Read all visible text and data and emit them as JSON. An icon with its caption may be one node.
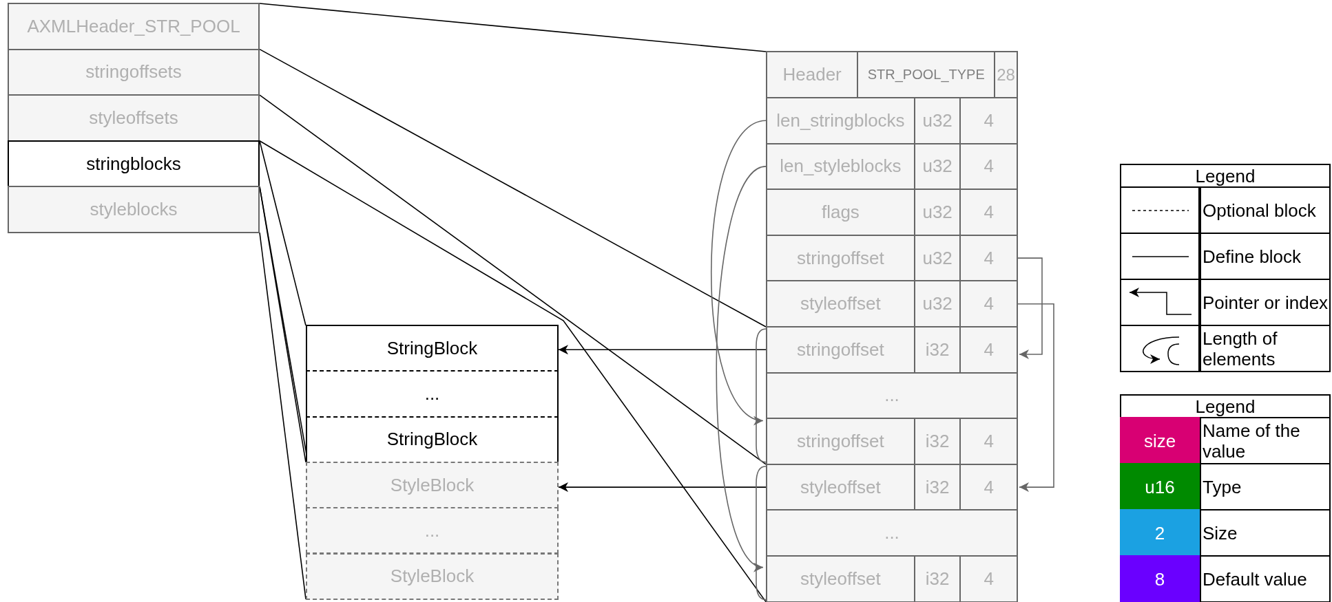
{
  "diagram": {
    "nodes": [
      {
        "text": [
          "AXMLHeader_STR_POOL"
        ]
      },
      {
        "text": [
          "stringoffsets"
        ]
      },
      {
        "text": [
          "styleoffsets"
        ]
      },
      {
        "text": [
          "stringblocks"
        ]
      },
      {
        "text": [
          "styleblocks"
        ]
      },
      {
        "text": [
          "StringBlock"
        ]
      },
      {
        "text": [
          "..."
        ]
      },
      {
        "text": [
          "StringBlock"
        ]
      },
      {
        "text": [
          "StyleBlock"
        ]
      },
      {
        "text": [
          "..."
        ]
      },
      {
        "text": [
          "StyleBlock"
        ]
      },
      {
        "text": [
          "Header",
          "STR_POOL_TYPE",
          "28"
        ]
      },
      {
        "text": [
          "len_stringblocks",
          "u32",
          "4"
        ]
      },
      {
        "text": [
          "len_styleblocks",
          "u32",
          "4"
        ]
      },
      {
        "text": [
          "flags",
          "u32",
          "4"
        ]
      },
      {
        "text": [
          "stringoffset",
          "u32",
          "4"
        ]
      },
      {
        "text": [
          "styleoffset",
          "u32",
          "4"
        ]
      },
      {
        "text": [
          "stringoffset",
          "i32",
          "4"
        ]
      },
      {
        "text": [
          "..."
        ]
      },
      {
        "text": [
          "stringoffset",
          "i32",
          "4"
        ]
      },
      {
        "text": [
          "styleoffset",
          "i32",
          "4"
        ]
      },
      {
        "text": [
          "..."
        ]
      },
      {
        "text": [
          "styleoffset",
          "i32",
          "4"
        ]
      }
    ],
    "edges": [
      {
        "from": 0,
        "to": 11,
        "arrow": "none"
      },
      {
        "from": 1,
        "to": 17,
        "arrow": "none"
      },
      {
        "from": 1,
        "to": 19,
        "arrow": "none"
      },
      {
        "from": 2,
        "to": 22,
        "arrow": "none"
      },
      {
        "from": 3,
        "to": 5,
        "arrow": "none"
      },
      {
        "from": 3,
        "to": 7,
        "arrow": "none"
      },
      {
        "from": 4,
        "to": 8,
        "arrow": "none"
      },
      {
        "from": 4,
        "to": 10,
        "arrow": "none"
      },
      {
        "from": 17,
        "to": 5,
        "arrow": "to"
      },
      {
        "from": 20,
        "to": 8,
        "arrow": "to"
      },
      {
        "from": 15,
        "to": 17,
        "arrow": "to",
        "color": "#666666"
      },
      {
        "from": 16,
        "to": 20,
        "arrow": "to",
        "color": "#666666"
      },
      {
        "from": 12,
        "to": 19,
        "arrow": "to",
        "color": "#666666"
      },
      {
        "from": 13,
        "to": 22,
        "arrow": "to",
        "color": "#666666"
      }
    ],
    "labels": [
      "Legend",
      "Legend",
      "size",
      "u16",
      "2",
      "8"
    ],
    "legend": [
      {
        "text": "Optional block"
      },
      {
        "text": "Define block"
      },
      {
        "text": "Pointer or index"
      },
      {
        "text": "Length of elements"
      },
      {
        "text": "Name of the value",
        "color": "#d80073"
      },
      {
        "text": "Type",
        "color": "#008a00"
      },
      {
        "text": "Size",
        "color": "#1ba1e2"
      },
      {
        "text": "Default value",
        "color": "#6a00ff"
      }
    ]
  }
}
